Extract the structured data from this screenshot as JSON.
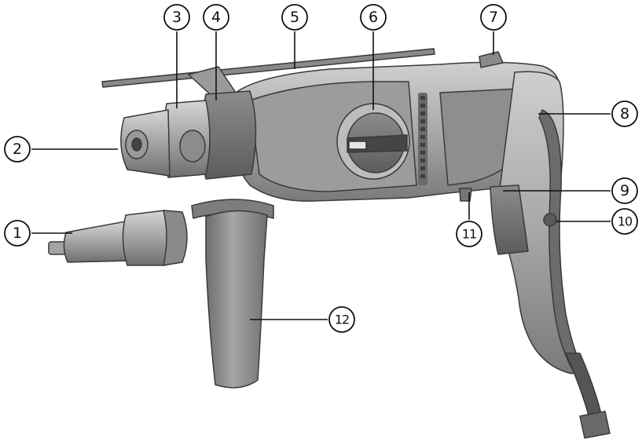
{
  "figure": {
    "callouts": [
      {
        "id": "1",
        "label": "1"
      },
      {
        "id": "2",
        "label": "2"
      },
      {
        "id": "3",
        "label": "3"
      },
      {
        "id": "4",
        "label": "4"
      },
      {
        "id": "5",
        "label": "5"
      },
      {
        "id": "6",
        "label": "6"
      },
      {
        "id": "7",
        "label": "7"
      },
      {
        "id": "8",
        "label": "8"
      },
      {
        "id": "9",
        "label": "9"
      },
      {
        "id": "10",
        "label": "10"
      },
      {
        "id": "11",
        "label": "11"
      },
      {
        "id": "12",
        "label": "12"
      }
    ],
    "colors": {
      "body_light": "#b4b4b4",
      "body_dark": "#7e7e7e",
      "body_darkest": "#555555",
      "outline": "#3a3a3a"
    }
  }
}
